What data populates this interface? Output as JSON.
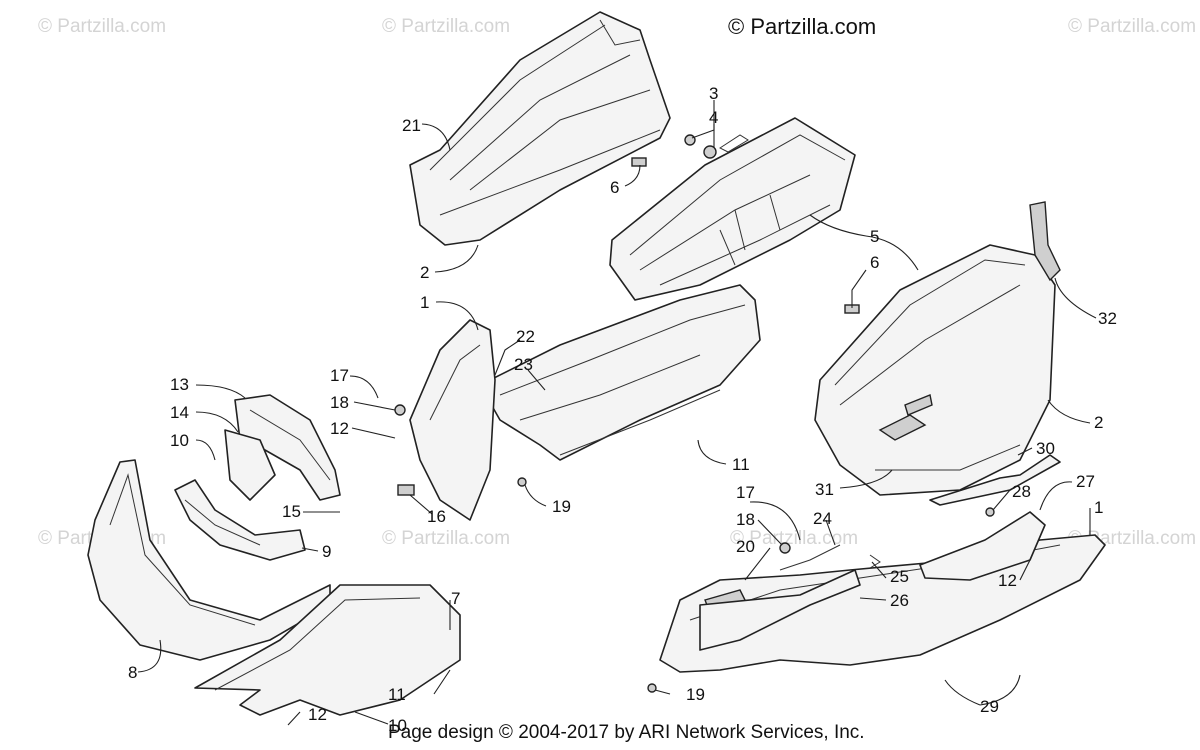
{
  "watermark": {
    "main": "© Partzilla.com",
    "faint": "© Partzilla.com"
  },
  "footer": "Page design © 2004-2017 by ARI Network Services, Inc.",
  "callouts": {
    "c1a": "1",
    "c1b": "1",
    "c2a": "2",
    "c2b": "2",
    "c3": "3",
    "c4": "4",
    "c5": "5",
    "c6a": "6",
    "c6b": "6",
    "c7": "7",
    "c8": "8",
    "c9": "9",
    "c10a": "10",
    "c10b": "10",
    "c11a": "11",
    "c11b": "11",
    "c12a": "12",
    "c12b": "12",
    "c12c": "12",
    "c13": "13",
    "c14": "14",
    "c15": "15",
    "c16": "16",
    "c17a": "17",
    "c17b": "17",
    "c18a": "18",
    "c18b": "18",
    "c19a": "19",
    "c19b": "19",
    "c20": "20",
    "c21": "21",
    "c22": "22",
    "c23": "23",
    "c24": "24",
    "c25": "25",
    "c26": "26",
    "c27": "27",
    "c28": "28",
    "c29": "29",
    "c30": "30",
    "c31": "31",
    "c32": "32"
  }
}
